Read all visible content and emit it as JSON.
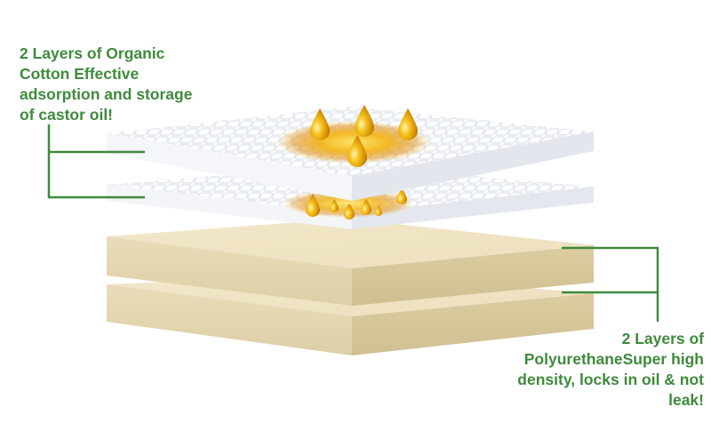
{
  "callouts": {
    "cotton": {
      "text": "2 Layers of Organic Cotton Effective adsorption and storage of castor oil!",
      "lines": [
        "2 Layers of Organic",
        "Cotton Effective",
        "adsorption and storage",
        "of castor oil!"
      ]
    },
    "polyurethane": {
      "text": "2 Layers of PolyurethaneSuper high density, locks in oil & not leak!",
      "lines": [
        "2 Layers of",
        "PolyurethaneSuper high",
        "density, locks in oil & not",
        "leak!"
      ]
    }
  },
  "colors": {
    "label_green": "#3f8a3c",
    "cotton_white": "#ffffff",
    "cotton_quilt": "#dde3ea",
    "foam_cream": "#efe3c3",
    "foam_side": "#e1d3ad",
    "oil_gold": "#f2b20f"
  },
  "layers": [
    {
      "name": "organic-cotton-layer",
      "material": "cotton"
    },
    {
      "name": "organic-cotton-layer",
      "material": "cotton"
    },
    {
      "name": "polyurethane-layer",
      "material": "foam"
    },
    {
      "name": "polyurethane-layer",
      "material": "foam"
    }
  ],
  "icons": [
    "oil-drop-icon",
    "oil-stain-icon"
  ]
}
